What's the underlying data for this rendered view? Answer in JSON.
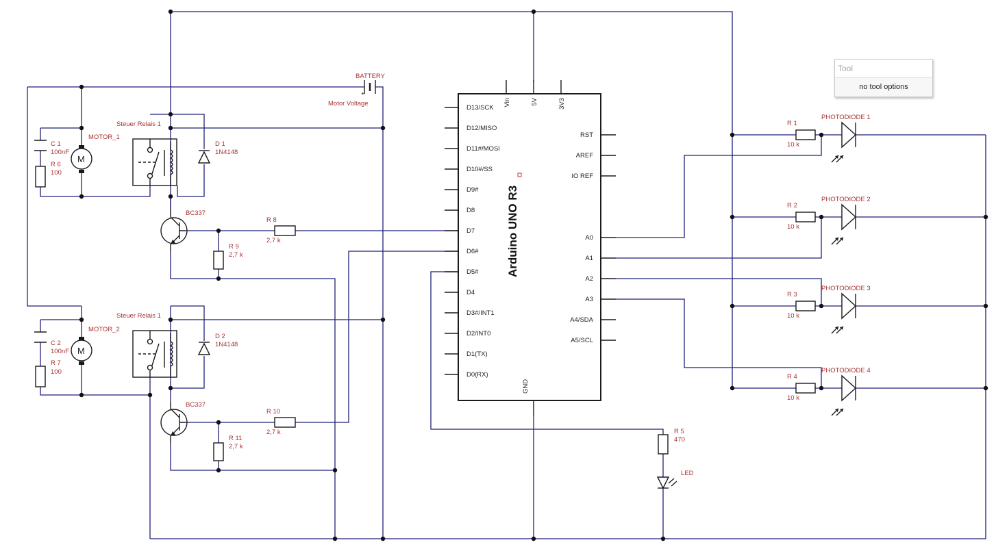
{
  "tool_panel": {
    "title": "Tool",
    "body": "no tool options"
  },
  "arduino": {
    "title": "Arduino UNO R3",
    "top_pins": [
      "Vin",
      "5V",
      "3V3"
    ],
    "left_pins": [
      "D13/SCK",
      "D12/MISO",
      "D11#/MOSI",
      "D10#/SS",
      "D9#",
      "D8",
      "D7",
      "D6#",
      "D5#",
      "D4",
      "D3#/INT1",
      "D2/INT0",
      "D1(TX)",
      "D0(RX)"
    ],
    "right_pins": [
      "RST",
      "AREF",
      "IO REF",
      "A0",
      "A1",
      "A2",
      "A3",
      "A4/SDA",
      "A5/SCL"
    ],
    "bottom_pins": [
      "GND"
    ]
  },
  "battery": {
    "name": "BATTERY",
    "value": "Motor Voltage",
    "plus": "+"
  },
  "channels": [
    {
      "motor": "MOTOR_1",
      "motor_symbol": "M",
      "cap": "C 1",
      "cap_value": "100nF",
      "res": "R 6",
      "res_value": "100",
      "relay": "Steuer Relais 1",
      "diode": "D 1",
      "diode_value": "1N4148",
      "transistor": "BC337",
      "base_res": "R 8",
      "base_res_value": "2,7 k",
      "pull_res": "R 9",
      "pull_res_value": "2,7 k"
    },
    {
      "motor": "MOTOR_2",
      "motor_symbol": "M",
      "cap": "C 2",
      "cap_value": "100nF",
      "res": "R 7",
      "res_value": "100",
      "relay": "Steuer Relais 1",
      "diode": "D 2",
      "diode_value": "1N4148",
      "transistor": "BC337",
      "base_res": "R 10",
      "base_res_value": "2,7 k",
      "pull_res": "R 11",
      "pull_res_value": "2,7 k"
    }
  ],
  "photodiodes": [
    {
      "name": "PHOTODIODE 1",
      "res": "R 1",
      "res_value": "10 k"
    },
    {
      "name": "PHOTODIODE 2",
      "res": "R 2",
      "res_value": "10 k"
    },
    {
      "name": "PHOTODIODE 3",
      "res": "R 3",
      "res_value": "10 k"
    },
    {
      "name": "PHOTODIODE 4",
      "res": "R 4",
      "res_value": "10 k"
    }
  ],
  "led": {
    "res": "R 5",
    "res_value": "470",
    "name": "LED"
  },
  "colors": {
    "wire": "#1f1f7a",
    "label": "#a83232",
    "component": "#1a1a1a",
    "background": "#ffffff"
  }
}
